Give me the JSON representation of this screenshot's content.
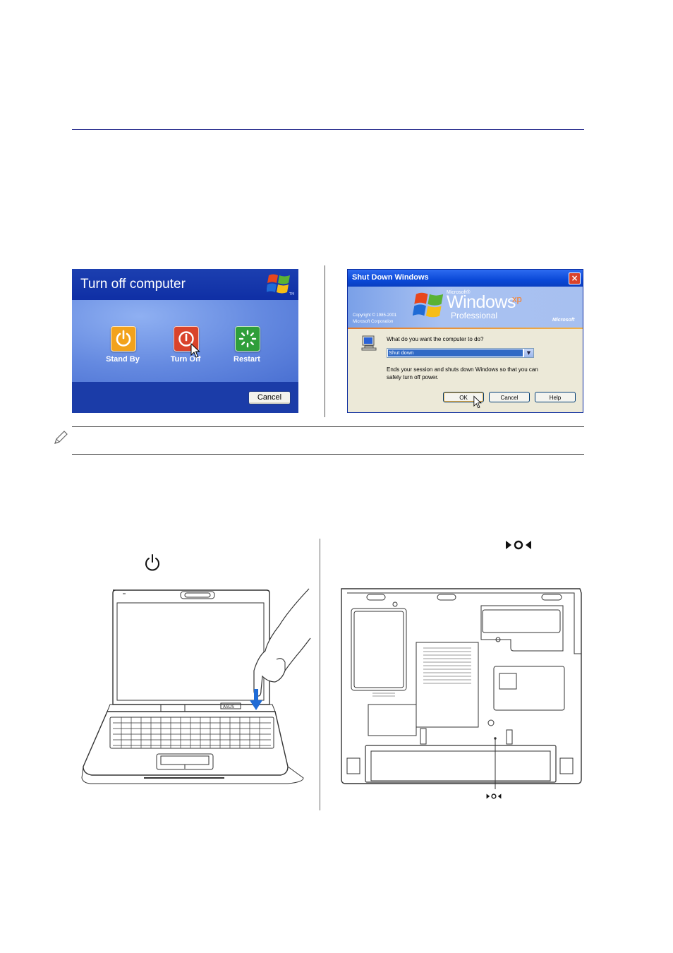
{
  "turn_off_dialog": {
    "title": "Turn off computer",
    "tm": "TM",
    "stand_by": "Stand By",
    "turn_off": "Turn Off",
    "restart": "Restart",
    "cancel": "Cancel"
  },
  "shutdown_dialog": {
    "title": "Shut Down Windows",
    "close": "×",
    "microsoft_small": "Microsoft®",
    "windows": "Windows",
    "xp": "xp",
    "professional": "Professional",
    "copyright_line1": "Copyright © 1985-2001",
    "copyright_line2": "Microsoft Corporation",
    "microsoft_logo": "Microsoft",
    "question": "What do you want the computer to do?",
    "selected": "Shut down",
    "description": "Ends your session and shuts down Windows so that you can safely turn off power.",
    "ok": "OK",
    "cancel": "Cancel",
    "help": "Help"
  },
  "colors": {
    "rule_blue": "#2b2f8f",
    "xp_blue": "#1c3fb0",
    "standby_orange": "#f2a21c",
    "turnoff_red": "#d9432b",
    "restart_green": "#2f9e3a"
  },
  "icons": {
    "power": "power-icon",
    "reset": "reset-icon",
    "note": "pencil-note-icon"
  }
}
